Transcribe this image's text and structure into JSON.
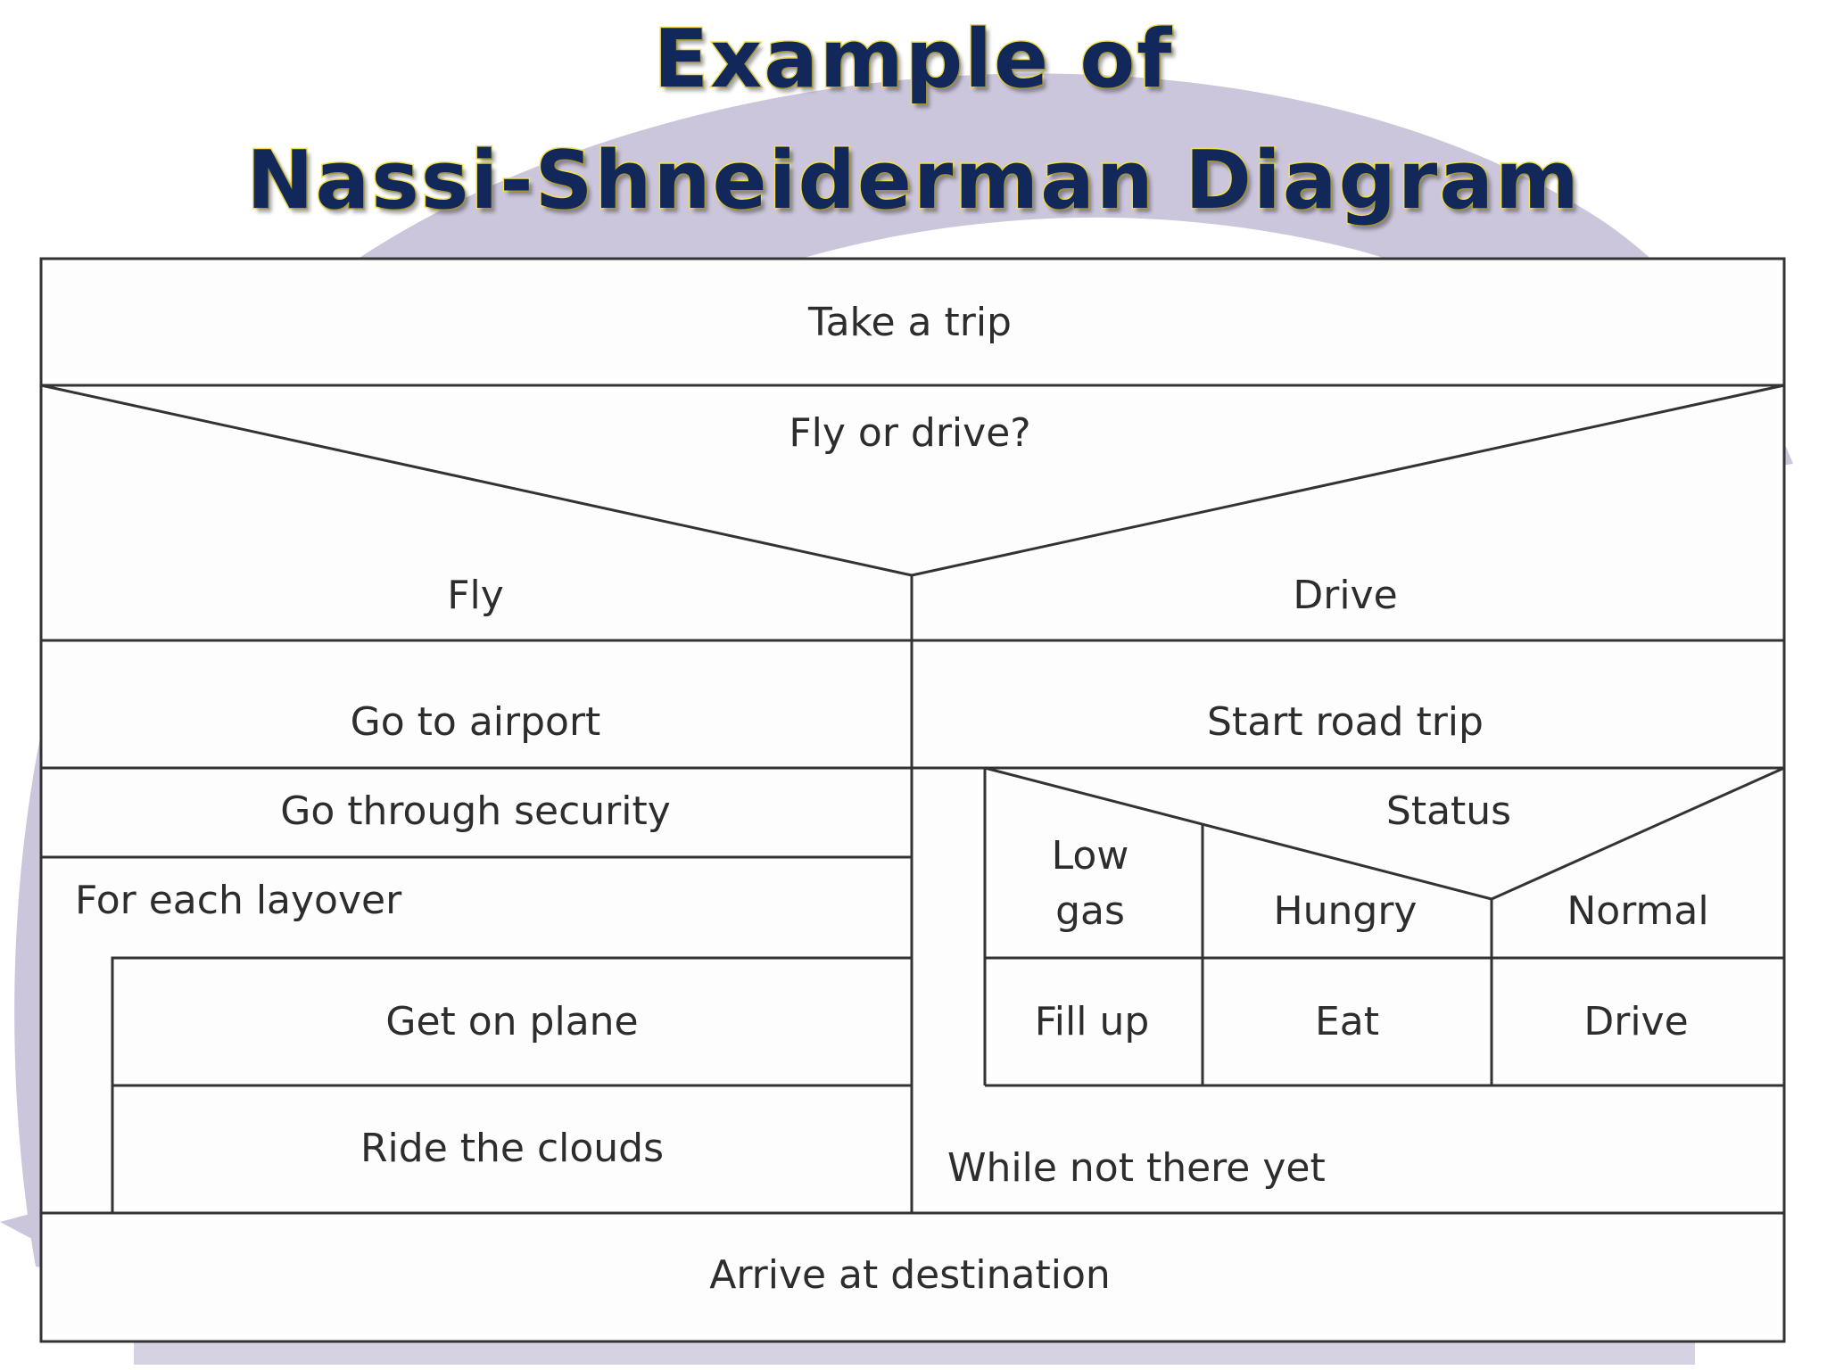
{
  "title": {
    "line1": "Example of",
    "line2": "Nassi-Shneiderman  Diagram"
  },
  "diagram": {
    "take_a_trip": "Take a trip",
    "decision": "Fly or drive?",
    "branch_fly": "Fly",
    "branch_drive": "Drive",
    "go_to_airport": "Go to airport",
    "go_through_security": "Go through security",
    "for_each_layover": "For each layover",
    "get_on_plane": "Get on plane",
    "ride_the_clouds": "Ride the clouds",
    "start_road_trip": "Start road trip",
    "status": "Status",
    "case_low_gas_1": "Low",
    "case_low_gas_2": "gas",
    "case_hungry": "Hungry",
    "case_normal": "Normal",
    "action_fill_up": "Fill up",
    "action_eat": "Eat",
    "action_drive": "Drive",
    "while_not_there_yet": "While not there yet",
    "arrive": "Arrive at destination"
  },
  "colors": {
    "title_fill": "#13285a",
    "title_outline": "#f4e04d",
    "background_swirl": "#ccc6dc",
    "line": "#333333"
  }
}
